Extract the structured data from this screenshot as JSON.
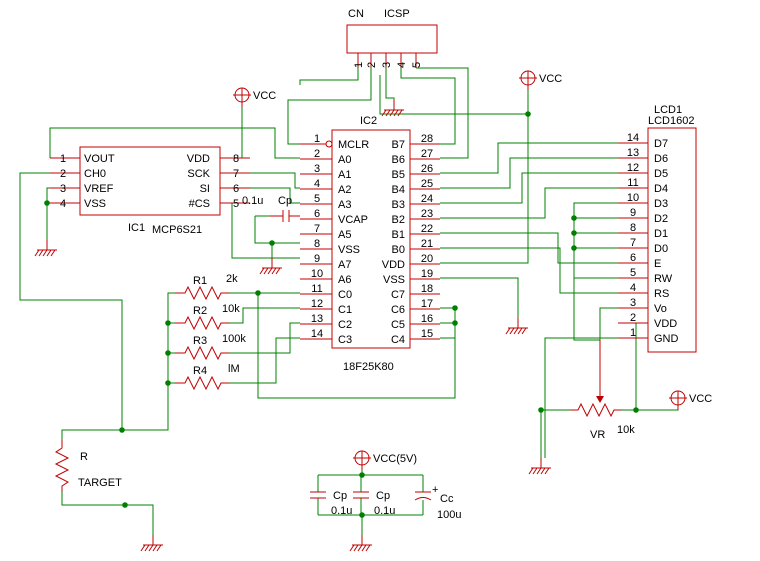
{
  "connector": {
    "ref": "CN",
    "name": "ICSP",
    "pins": [
      "1",
      "2",
      "3",
      "4",
      "5"
    ]
  },
  "ic1": {
    "ref": "IC1",
    "part": "MCP6S21",
    "left_pins": [
      {
        "num": "1",
        "name": "VOUT"
      },
      {
        "num": "2",
        "name": "CH0"
      },
      {
        "num": "3",
        "name": "VREF"
      },
      {
        "num": "4",
        "name": "VSS"
      }
    ],
    "right_pins": [
      {
        "num": "8",
        "name": "VDD"
      },
      {
        "num": "7",
        "name": "SCK"
      },
      {
        "num": "6",
        "name": "SI"
      },
      {
        "num": "5",
        "name": "#CS"
      }
    ]
  },
  "ic2": {
    "ref": "IC2",
    "part": "18F25K80",
    "left_pins": [
      {
        "num": "1",
        "name": "MCLR"
      },
      {
        "num": "2",
        "name": "A0"
      },
      {
        "num": "3",
        "name": "A1"
      },
      {
        "num": "4",
        "name": "A2"
      },
      {
        "num": "5",
        "name": "A3"
      },
      {
        "num": "6",
        "name": "VCAP"
      },
      {
        "num": "7",
        "name": "A5"
      },
      {
        "num": "8",
        "name": "VSS"
      },
      {
        "num": "9",
        "name": "A7"
      },
      {
        "num": "10",
        "name": "A6"
      },
      {
        "num": "11",
        "name": "C0"
      },
      {
        "num": "12",
        "name": "C1"
      },
      {
        "num": "13",
        "name": "C2"
      },
      {
        "num": "14",
        "name": "C3"
      }
    ],
    "right_pins": [
      {
        "num": "28",
        "name": "B7"
      },
      {
        "num": "27",
        "name": "B6"
      },
      {
        "num": "26",
        "name": "B5"
      },
      {
        "num": "25",
        "name": "B4"
      },
      {
        "num": "24",
        "name": "B3"
      },
      {
        "num": "23",
        "name": "B2"
      },
      {
        "num": "22",
        "name": "B1"
      },
      {
        "num": "21",
        "name": "B0"
      },
      {
        "num": "20",
        "name": "VDD"
      },
      {
        "num": "19",
        "name": "VSS"
      },
      {
        "num": "18",
        "name": "C7"
      },
      {
        "num": "17",
        "name": "C6"
      },
      {
        "num": "16",
        "name": "C5"
      },
      {
        "num": "15",
        "name": "C4"
      }
    ]
  },
  "lcd": {
    "ref": "LCD1",
    "part": "LCD1602",
    "pins": [
      {
        "num": "14",
        "name": "D7"
      },
      {
        "num": "13",
        "name": "D6"
      },
      {
        "num": "12",
        "name": "D5"
      },
      {
        "num": "11",
        "name": "D4"
      },
      {
        "num": "10",
        "name": "D3"
      },
      {
        "num": "9",
        "name": "D2"
      },
      {
        "num": "8",
        "name": "D1"
      },
      {
        "num": "7",
        "name": "D0"
      },
      {
        "num": "6",
        "name": "E"
      },
      {
        "num": "5",
        "name": "RW"
      },
      {
        "num": "4",
        "name": "RS"
      },
      {
        "num": "3",
        "name": "Vo"
      },
      {
        "num": "2",
        "name": "VDD"
      },
      {
        "num": "1",
        "name": "GND"
      }
    ]
  },
  "resistors": [
    {
      "ref": "R1",
      "value": "2k"
    },
    {
      "ref": "R2",
      "value": "10k"
    },
    {
      "ref": "R3",
      "value": "100k"
    },
    {
      "ref": "R4",
      "value": "lM"
    }
  ],
  "target_resistor": {
    "ref": "R",
    "label": "TARGET"
  },
  "vcap": {
    "ref": "Cp",
    "value": "0.1u"
  },
  "pot": {
    "ref": "VR",
    "value": "10k"
  },
  "supply": {
    "vcc": "VCC",
    "vcc5": "VCC(5V)",
    "caps": [
      {
        "ref": "Cp",
        "value": "0.1u"
      },
      {
        "ref": "Cp",
        "value": "0.1u"
      },
      {
        "ref": "Cc",
        "value": "100u"
      }
    ],
    "plus": "+"
  },
  "colors": {
    "wire": "#008000",
    "component": "#c00000",
    "text": "#000000"
  }
}
